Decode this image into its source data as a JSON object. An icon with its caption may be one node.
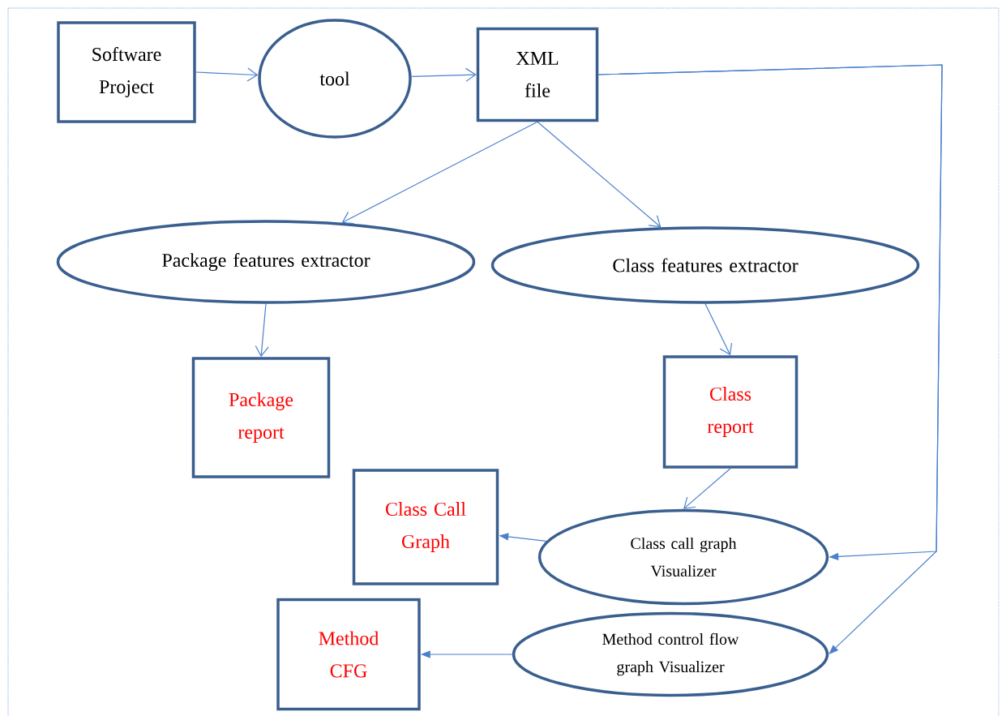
{
  "diagram": {
    "nodes": [
      {
        "text": [
          "Software Project"
        ]
      },
      {
        "text": [
          "tool"
        ]
      },
      {
        "text": [
          "XML file"
        ]
      },
      {
        "text": [
          "Package features extractor"
        ]
      },
      {
        "text": [
          "Class features extractor"
        ]
      },
      {
        "text": [
          "Package report"
        ]
      },
      {
        "text": [
          "Class report"
        ]
      },
      {
        "text": [
          "Class Call Graph"
        ]
      },
      {
        "text": [
          "Class call graph Visualizer"
        ]
      },
      {
        "text": [
          "Method CFG"
        ]
      },
      {
        "text": [
          "Method control flow graph Visualizer"
        ]
      }
    ],
    "edges": [
      {
        "from": 0,
        "to": 1,
        "arrow": "to"
      },
      {
        "from": 1,
        "to": 2,
        "arrow": "to"
      },
      {
        "from": 2,
        "to": 3,
        "arrow": "to"
      },
      {
        "from": 2,
        "to": 4,
        "arrow": "to"
      },
      {
        "from": 3,
        "to": 5,
        "arrow": "to"
      },
      {
        "from": 4,
        "to": 6,
        "arrow": "to"
      },
      {
        "from": 6,
        "to": 8,
        "arrow": "to"
      },
      {
        "from": 8,
        "to": 7,
        "arrow": "to"
      },
      {
        "from": 2,
        "to": 8,
        "arrow": "to"
      },
      {
        "from": 2,
        "to": 10,
        "arrow": "to"
      },
      {
        "from": 10,
        "to": 9,
        "arrow": "to"
      }
    ]
  }
}
